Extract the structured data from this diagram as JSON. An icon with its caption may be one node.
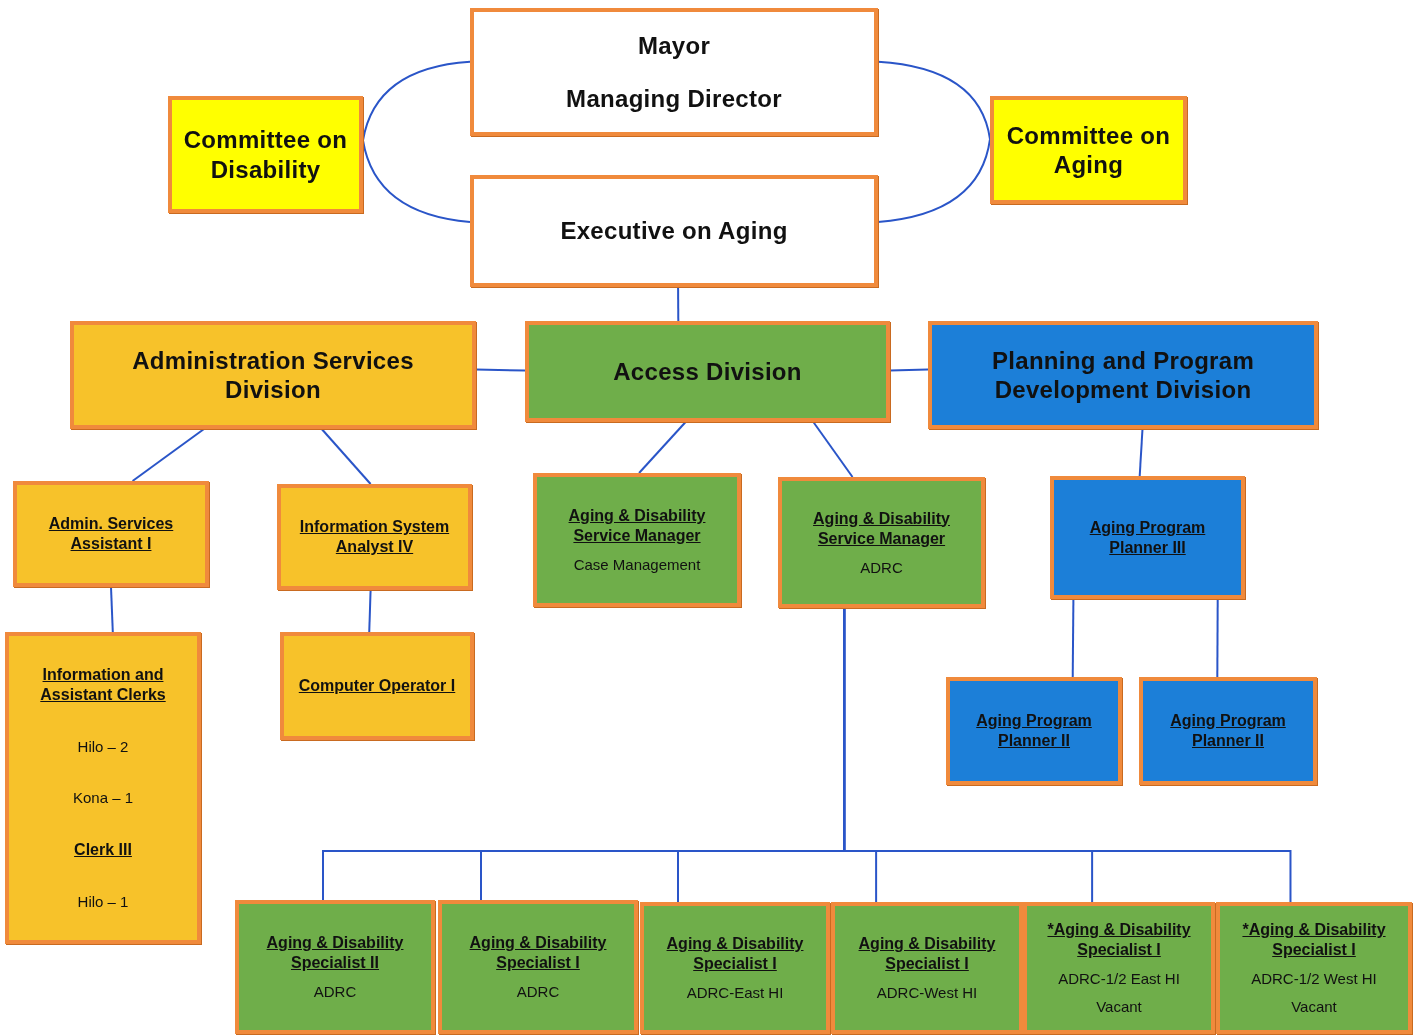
{
  "diagram": {
    "nodes": [
      {
        "text": [
          "Mayor",
          "Managing Director"
        ]
      },
      {
        "text": [
          "Committee on Disability"
        ]
      },
      {
        "text": [
          "Committee on Aging"
        ]
      },
      {
        "text": [
          "Executive on Aging"
        ]
      },
      {
        "text": [
          "Administration Services Division"
        ]
      },
      {
        "text": [
          "Access Division"
        ]
      },
      {
        "text": [
          "Planning and Program Development Division"
        ]
      },
      {
        "text": [
          "Admin. Services Assistant I"
        ]
      },
      {
        "text": [
          "Information System Analyst IV"
        ]
      },
      {
        "text": [
          "Aging & Disability Service Manager",
          "Case Management"
        ]
      },
      {
        "text": [
          "Aging & Disability Service Manager",
          "ADRC"
        ]
      },
      {
        "text": [
          "Aging Program Planner III"
        ]
      },
      {
        "text": [
          "Information and Assistant Clerks",
          "Hilo – 2",
          "Kona – 1",
          "Clerk III",
          "Hilo – 1"
        ]
      },
      {
        "text": [
          "Computer Operator I"
        ]
      },
      {
        "text": [
          "Aging Program Planner II"
        ]
      },
      {
        "text": [
          "Aging Program Planner II"
        ]
      },
      {
        "text": [
          "Aging & Disability Specialist II",
          "ADRC"
        ]
      },
      {
        "text": [
          "Aging & Disability Specialist I",
          "ADRC"
        ]
      },
      {
        "text": [
          "Aging & Disability Specialist I",
          "ADRC-East HI"
        ]
      },
      {
        "text": [
          "Aging & Disability Specialist I",
          "ADRC-West HI"
        ]
      },
      {
        "text": [
          "*Aging & Disability Specialist I",
          "ADRC-1/2 East HI",
          "Vacant"
        ]
      },
      {
        "text": [
          "*Aging & Disability Specialist I",
          "ADRC-1/2 West HI",
          "Vacant"
        ]
      }
    ],
    "edges": [
      {
        "from": 0,
        "to": 1,
        "arrow": "none"
      },
      {
        "from": 1,
        "to": 3,
        "arrow": "none"
      },
      {
        "from": 0,
        "to": 2,
        "arrow": "none"
      },
      {
        "from": 2,
        "to": 3,
        "arrow": "none"
      },
      {
        "from": 3,
        "to": 5,
        "arrow": "none"
      },
      {
        "from": 4,
        "to": 5,
        "arrow": "none"
      },
      {
        "from": 5,
        "to": 6,
        "arrow": "none"
      },
      {
        "from": 4,
        "to": 7,
        "arrow": "none"
      },
      {
        "from": 4,
        "to": 8,
        "arrow": "none"
      },
      {
        "from": 7,
        "to": 12,
        "arrow": "none"
      },
      {
        "from": 8,
        "to": 13,
        "arrow": "none"
      },
      {
        "from": 5,
        "to": 9,
        "arrow": "none"
      },
      {
        "from": 5,
        "to": 10,
        "arrow": "none"
      },
      {
        "from": 6,
        "to": 11,
        "arrow": "none"
      },
      {
        "from": 11,
        "to": 14,
        "arrow": "none"
      },
      {
        "from": 11,
        "to": 15,
        "arrow": "none"
      },
      {
        "from": 10,
        "to": 16,
        "arrow": "none"
      },
      {
        "from": 10,
        "to": 17,
        "arrow": "none"
      },
      {
        "from": 10,
        "to": 18,
        "arrow": "none"
      },
      {
        "from": 10,
        "to": 19,
        "arrow": "none"
      },
      {
        "from": 10,
        "to": 20,
        "arrow": "none"
      },
      {
        "from": 10,
        "to": 21,
        "arrow": "none"
      }
    ]
  }
}
